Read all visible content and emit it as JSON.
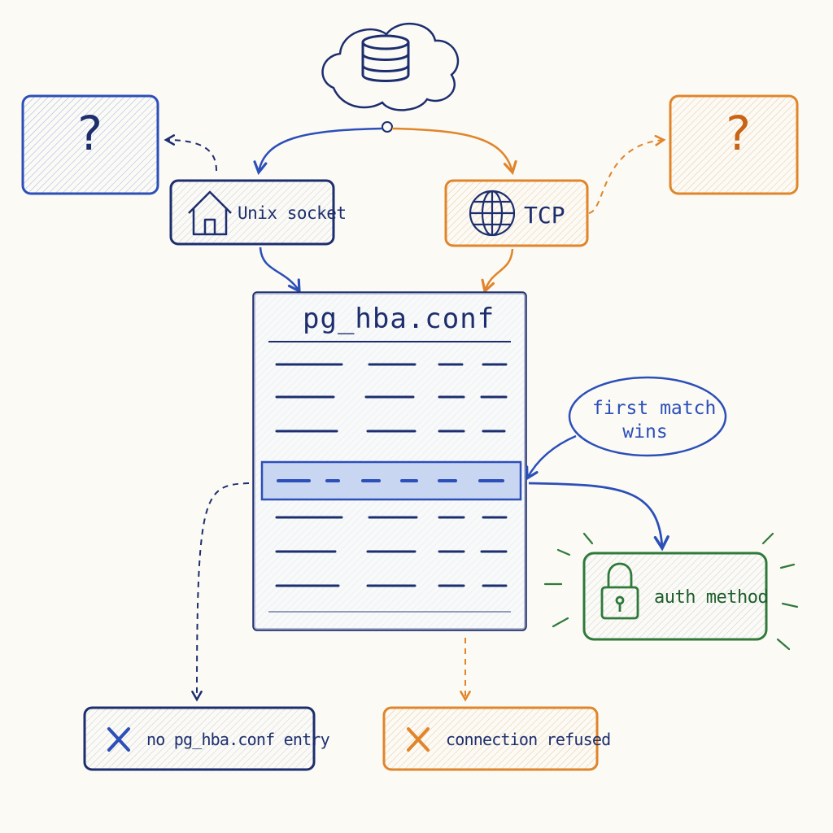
{
  "colors": {
    "ink": "#1d2e6e",
    "blue": "#2c4fb8",
    "orange": "#e0852a",
    "green": "#2f7a3a",
    "paper": "#fbfaf5"
  },
  "database": {
    "icon": "database-cloud-icon"
  },
  "unix_socket": {
    "label": "Unix socket",
    "icon": "house-icon"
  },
  "tcp": {
    "label": "TCP",
    "icon": "globe-icon"
  },
  "unknown_left": {
    "label": "?"
  },
  "unknown_right": {
    "label": "?"
  },
  "hba_file": {
    "title": "pg_hba.conf"
  },
  "callout": {
    "line1": "first match",
    "line2": "wins"
  },
  "auth": {
    "label": "auth method",
    "icon": "lock-icon"
  },
  "no_entry": {
    "label": "no pg_hba.conf entry",
    "icon": "x-icon"
  },
  "refused": {
    "label": "connection refused",
    "icon": "x-icon"
  }
}
